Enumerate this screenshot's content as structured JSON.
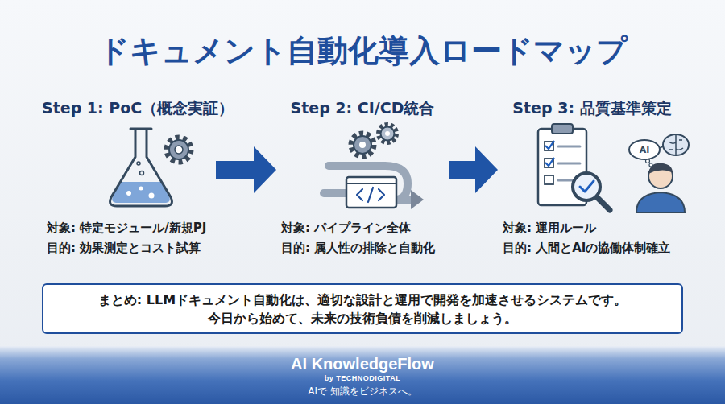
{
  "diagram": {
    "title": "ドキュメント自動化導入ロードマップ",
    "nodes": [
      {
        "text": [
          "Step 1: PoC（概念実証）",
          "対象: 特定モジュール/新規PJ",
          "目的: 効果測定とコスト試算"
        ]
      },
      {
        "text": [
          "Step 2: CI/CD統合",
          "対象: パイプライン全体",
          "目的: 属人性の排除と自動化"
        ]
      },
      {
        "text": [
          "Step 3: 品質基準策定",
          "対象: 運用ルール",
          "目的: 人間とAIの協働体制確立"
        ]
      },
      {
        "text": [
          "まとめ: LLMドキュメント自動化は、適切な設計と運用で開発を加速させるシステムです。",
          "今日から始めて、未来の技術負債を削減しましょう。"
        ]
      },
      {
        "text": [
          "AI KnowledgeFlow",
          "by TECHNODIGITAL",
          "AIで 知識をビジネスへ。"
        ]
      }
    ],
    "edges": [
      {
        "from": 0,
        "to": 1,
        "arrow": "to"
      },
      {
        "from": 1,
        "to": 2,
        "arrow": "to"
      }
    ],
    "labels": [
      "AI"
    ]
  }
}
